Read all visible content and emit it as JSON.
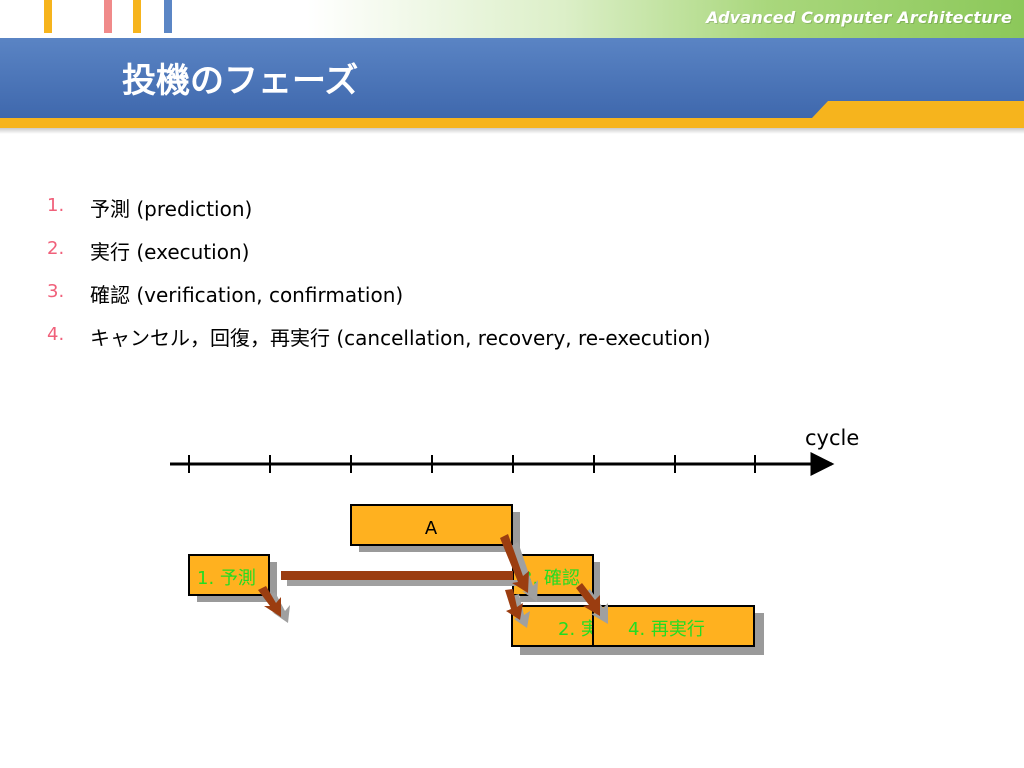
{
  "header": {
    "brand": "Advanced Computer Architecture",
    "title": "投機のフェーズ",
    "stripe_colors": [
      "#f6b41d",
      "#f08a8a",
      "#f6b41d",
      "#5b86c5"
    ]
  },
  "list": [
    {
      "num": "1.",
      "text": "予測 (prediction)"
    },
    {
      "num": "2.",
      "text": "実行 (execution)"
    },
    {
      "num": "3.",
      "text": "確認 (verification, confirmation)"
    },
    {
      "num": "4.",
      "text": "キャンセル，回復，再実行 (cancellation, recovery, re-execution)"
    }
  ],
  "diagram": {
    "axis_label": "cycle",
    "box_a": "A",
    "box_predict": "1. 予測",
    "box_confirm": "3. 確認",
    "box_execute": "2. 実行",
    "box_reexecute": "4. 再実行",
    "colors": {
      "box_fill": "#ffb11f",
      "arrow": "#9b3d10",
      "label_green": "#22dd22"
    }
  }
}
